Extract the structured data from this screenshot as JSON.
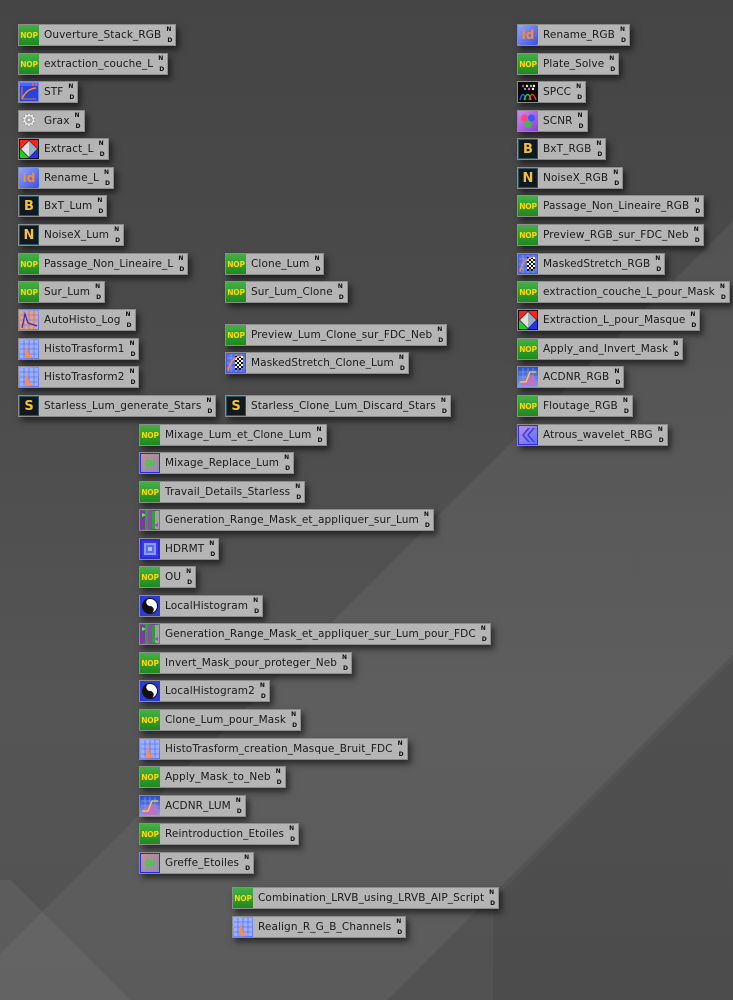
{
  "canvas": {
    "background_top": "#454545",
    "background_bottom": "#555555",
    "node_background": "#b5b5b5",
    "nop_green": "#2e9e2e",
    "nop_text": "#ffd800",
    "node_flags": {
      "top": "N",
      "bottom": "D"
    }
  },
  "columns": {
    "left": [
      {
        "label": "Ouverture_Stack_RGB",
        "icon": "nop-icon",
        "icon_text": "NOP"
      },
      {
        "label": "extraction_couche_L",
        "icon": "nop-icon",
        "icon_text": "NOP"
      },
      {
        "label": "STF",
        "icon": "screen-transfer-function-icon"
      },
      {
        "label": "Grax",
        "icon": "gear-icon",
        "icon_text": "⚙"
      },
      {
        "label": "Extract_L",
        "icon": "channel-extraction-icon"
      },
      {
        "label": "Rename_L",
        "icon": "identifier-icon",
        "icon_text": "id"
      },
      {
        "label": "BxT_Lum",
        "icon": "blurxterminator-icon",
        "icon_text": "B"
      },
      {
        "label": "NoiseX_Lum",
        "icon": "noisexterminator-icon",
        "icon_text": "N"
      },
      {
        "label": "Passage_Non_Lineaire_L",
        "icon": "nop-icon",
        "icon_text": "NOP"
      },
      {
        "label": "Sur_Lum",
        "icon": "nop-icon",
        "icon_text": "NOP"
      },
      {
        "label": "AutoHisto_Log",
        "icon": "auto-histogram-icon"
      },
      {
        "label": "HistoTrasform1",
        "icon": "histogram-transformation-icon"
      },
      {
        "label": "HistoTrasform2",
        "icon": "histogram-transformation-icon"
      },
      {
        "label": "Starless_Lum_generate_Stars",
        "icon": "starxterminator-icon",
        "icon_text": "S"
      }
    ],
    "clone": [
      {
        "label": "Clone_Lum",
        "icon": "nop-icon",
        "icon_text": "NOP"
      },
      {
        "label": "Sur_Lum_Clone",
        "icon": "nop-icon",
        "icon_text": "NOP"
      },
      {
        "label": "Preview_Lum_Clone_sur_FDC_Neb",
        "icon": "nop-icon",
        "icon_text": "NOP"
      },
      {
        "label": "MaskedStretch_Clone_Lum",
        "icon": "masked-stretch-icon"
      },
      {
        "label": "Starless_Clone_Lum_Discard_Stars",
        "icon": "starxterminator-icon",
        "icon_text": "S"
      }
    ],
    "middle": [
      {
        "label": "Mixage_Lum_et_Clone_Lum",
        "icon": "nop-icon",
        "icon_text": "NOP"
      },
      {
        "label": "Mixage_Replace_Lum",
        "icon": "pixelmath-icon",
        "icon_text": "∞"
      },
      {
        "label": "Travail_Details_Starless",
        "icon": "nop-icon",
        "icon_text": "NOP"
      },
      {
        "label": "Generation_Range_Mask_et_appliquer_sur_Lum",
        "icon": "range-selection-icon"
      },
      {
        "label": "HDRMT",
        "icon": "hdr-multiscale-icon"
      },
      {
        "label": "OU",
        "icon": "nop-icon",
        "icon_text": "NOP"
      },
      {
        "label": "LocalHistogram",
        "icon": "local-histogram-icon"
      },
      {
        "label": "Generation_Range_Mask_et_appliquer_sur_Lum_pour_FDC",
        "icon": "range-selection-icon"
      },
      {
        "label": "Invert_Mask_pour_proteger_Neb",
        "icon": "nop-icon",
        "icon_text": "NOP"
      },
      {
        "label": "LocalHistogram2",
        "icon": "local-histogram-icon"
      },
      {
        "label": "Clone_Lum_pour_Mask",
        "icon": "nop-icon",
        "icon_text": "NOP"
      },
      {
        "label": "HistoTrasform_creation_Masque_Bruit_FDC",
        "icon": "histogram-transformation-icon"
      },
      {
        "label": "Apply_Mask_to_Neb",
        "icon": "nop-icon",
        "icon_text": "NOP"
      },
      {
        "label": "ACDNR_LUM",
        "icon": "acdnr-icon"
      },
      {
        "label": "Reintroduction_Etoiles",
        "icon": "nop-icon",
        "icon_text": "NOP"
      },
      {
        "label": "Greffe_Etoiles",
        "icon": "pixelmath-icon",
        "icon_text": "∞"
      }
    ],
    "final": [
      {
        "label": "Combination_LRVB_using_LRVB_AIP_Script",
        "icon": "nop-icon",
        "icon_text": "NOP"
      },
      {
        "label": "Realign_R_G_B_Channels",
        "icon": "histogram-transformation-icon"
      }
    ],
    "right": [
      {
        "label": "Rename_RGB",
        "icon": "identifier-icon",
        "icon_text": "id"
      },
      {
        "label": "Plate_Solve",
        "icon": "nop-icon",
        "icon_text": "NOP"
      },
      {
        "label": "SPCC",
        "icon": "spectrophotometric-color-calibration-icon"
      },
      {
        "label": "SCNR",
        "icon": "scnr-icon"
      },
      {
        "label": "BxT_RGB",
        "icon": "blurxterminator-icon",
        "icon_text": "B"
      },
      {
        "label": "NoiseX_RGB",
        "icon": "noisexterminator-icon",
        "icon_text": "N"
      },
      {
        "label": "Passage_Non_Lineaire_RGB",
        "icon": "nop-icon",
        "icon_text": "NOP"
      },
      {
        "label": "Preview_RGB_sur_FDC_Neb",
        "icon": "nop-icon",
        "icon_text": "NOP"
      },
      {
        "label": "MaskedStretch_RGB",
        "icon": "masked-stretch-icon"
      },
      {
        "label": "extraction_couche_L_pour_Mask",
        "icon": "nop-icon",
        "icon_text": "NOP"
      },
      {
        "label": "Extraction_L_pour_Masque",
        "icon": "channel-extraction-icon"
      },
      {
        "label": "Apply_and_Invert_Mask",
        "icon": "nop-icon",
        "icon_text": "NOP"
      },
      {
        "label": "ACDNR_RGB",
        "icon": "acdnr-icon"
      },
      {
        "label": "Floutage_RGB",
        "icon": "nop-icon",
        "icon_text": "NOP"
      },
      {
        "label": "Atrous_wavelet_RBG",
        "icon": "atrous-wavelet-icon"
      }
    ]
  }
}
